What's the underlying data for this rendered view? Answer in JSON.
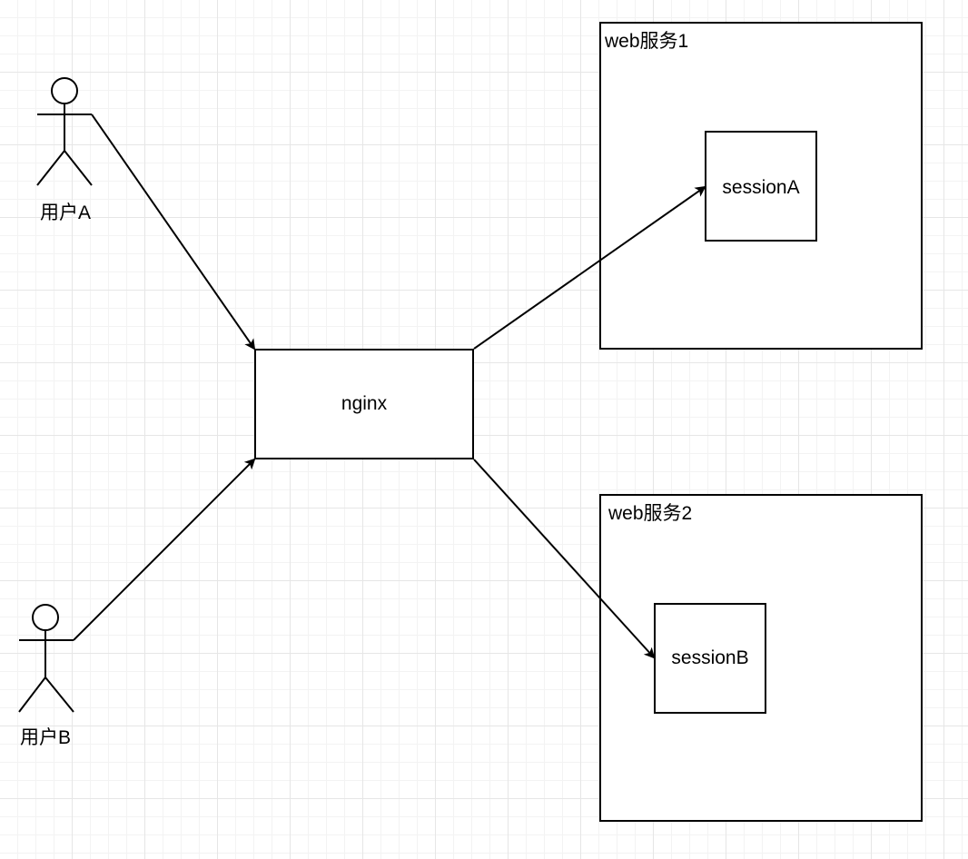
{
  "diagram": {
    "actors": {
      "user_a": {
        "label": "用户A"
      },
      "user_b": {
        "label": "用户B"
      }
    },
    "proxy": {
      "label": "nginx"
    },
    "services": {
      "web1": {
        "title": "web服务1",
        "session_label": "sessionA"
      },
      "web2": {
        "title": "web服务2",
        "session_label": "sessionB"
      }
    },
    "connections": [
      {
        "from": "用户A",
        "to": "nginx"
      },
      {
        "from": "用户B",
        "to": "nginx"
      },
      {
        "from": "nginx",
        "to": "sessionA"
      },
      {
        "from": "nginx",
        "to": "sessionB"
      }
    ],
    "colors": {
      "stroke": "#000000",
      "fill": "#ffffff",
      "grid_major": "#e6e6e6",
      "grid_minor": "#f3f3f3"
    }
  }
}
